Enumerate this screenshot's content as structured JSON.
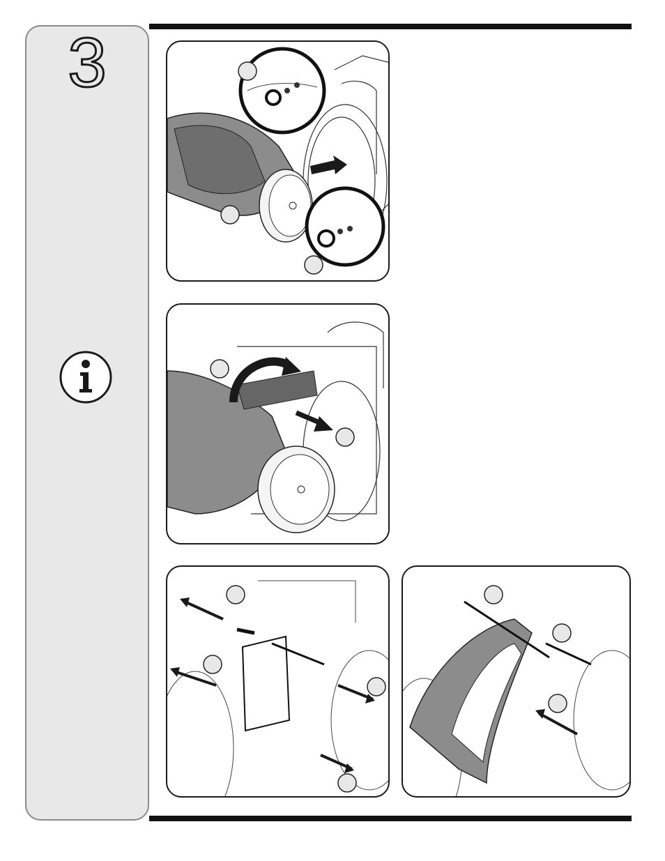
{
  "page": {
    "step_number": "3",
    "sidebar_icon": "info-icon",
    "colors": {
      "sidebar_bg": "#e8e8e8",
      "rule": "#111111",
      "panel_border": "#1a1a1a"
    }
  },
  "panels": [
    {
      "id": "panel-1",
      "illustration": "chute-assembly-attach-with-detail-callouts"
    },
    {
      "id": "panel-2",
      "illustration": "chute-rotate-and-seat"
    },
    {
      "id": "panel-3",
      "illustration": "chute-bracket-hardware-exploded"
    },
    {
      "id": "panel-4",
      "illustration": "chute-deflector-hardware-install"
    }
  ]
}
